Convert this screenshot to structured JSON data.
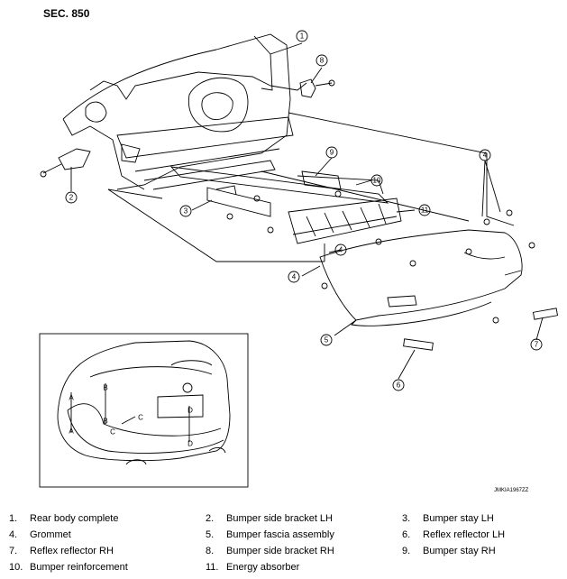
{
  "section": "SEC. 850",
  "image_code": "JMKIA1967ZZ",
  "callouts": [
    "1",
    "2",
    "3",
    "4",
    "5",
    "6",
    "7",
    "8",
    "9",
    "10",
    "11"
  ],
  "inset_letters": [
    "A",
    "A",
    "B",
    "B",
    "C",
    "C",
    "D",
    "D"
  ],
  "legend": [
    {
      "num": "1.",
      "label": "Rear body complete"
    },
    {
      "num": "2.",
      "label": "Bumper side bracket LH"
    },
    {
      "num": "3.",
      "label": "Bumper stay LH"
    },
    {
      "num": "4.",
      "label": "Grommet"
    },
    {
      "num": "5.",
      "label": "Bumper fascia assembly"
    },
    {
      "num": "6.",
      "label": "Reflex reflector LH"
    },
    {
      "num": "7.",
      "label": "Reflex reflector RH"
    },
    {
      "num": "8.",
      "label": "Bumper side bracket RH"
    },
    {
      "num": "9.",
      "label": "Bumper stay RH"
    },
    {
      "num": "10.",
      "label": "Bumper reinforcement"
    },
    {
      "num": "11.",
      "label": "Energy absorber"
    }
  ]
}
